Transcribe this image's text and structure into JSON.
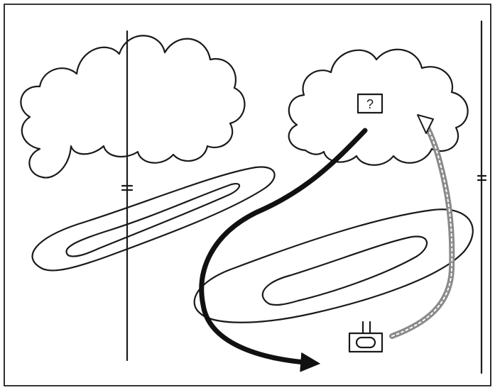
{
  "unknown_box": {
    "label": "?"
  },
  "colors": {
    "ink": "#1a1a1a",
    "dark_path": "#111111",
    "gray_path": "#8a8a8a",
    "background": "#ffffff"
  },
  "icons": {
    "cloud": "cloud-outline",
    "flight_line": "line-with-double-tick",
    "radar": "radar-dish"
  }
}
